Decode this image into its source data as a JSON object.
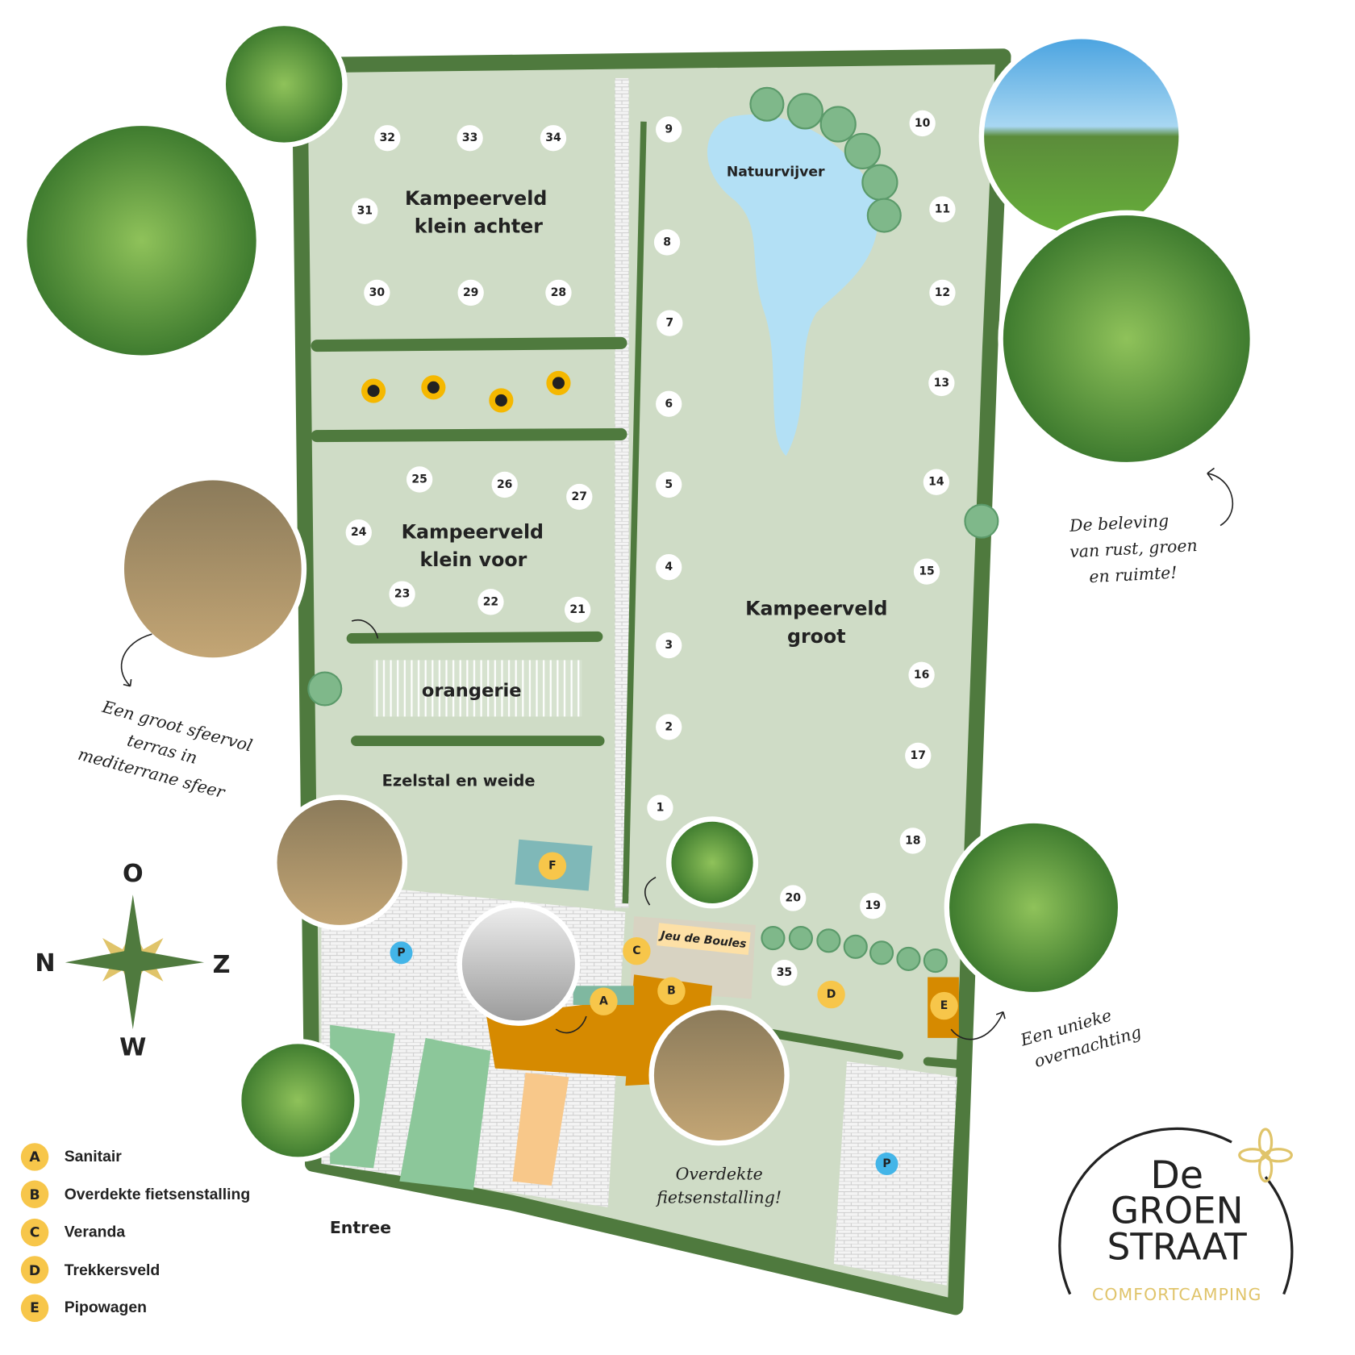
{
  "fields": {
    "klein_achter": [
      "Kampeerveld",
      "klein achter"
    ],
    "klein_voor": [
      "Kampeerveld",
      "klein voor"
    ],
    "groot": [
      "Kampeerveld",
      "groot"
    ],
    "pond": "Natuurvijver",
    "orangerie": "orangerie",
    "donkey": "Ezelstal en weide",
    "boules": "Jeu de Boules",
    "entrance": "Entree"
  },
  "pitches": [
    "1",
    "2",
    "3",
    "4",
    "5",
    "6",
    "7",
    "8",
    "9",
    "10",
    "11",
    "12",
    "13",
    "14",
    "15",
    "16",
    "17",
    "18",
    "19",
    "20",
    "21",
    "22",
    "23",
    "24",
    "25",
    "26",
    "27",
    "28",
    "29",
    "30",
    "31",
    "32",
    "33",
    "34",
    "35"
  ],
  "markers": {
    "A": "A",
    "B": "B",
    "C": "C",
    "D": "D",
    "E": "E",
    "F": "F",
    "P": "P"
  },
  "legend": [
    {
      "key": "A",
      "label": "Sanitair"
    },
    {
      "key": "B",
      "label": "Overdekte fietsenstalling"
    },
    {
      "key": "C",
      "label": "Veranda"
    },
    {
      "key": "D",
      "label": "Trekkersveld"
    },
    {
      "key": "E",
      "label": "Pipowagen"
    }
  ],
  "annotations": {
    "rust": [
      "De beleving",
      "van rust, groen",
      "en ruimte!"
    ],
    "terras": [
      "Een groot sfeervol",
      "terras in",
      "mediterrane sfeer"
    ],
    "pipo": [
      "Een unieke",
      "overnachting"
    ],
    "fiets": [
      "Overdekte",
      "fietsenstalling!"
    ]
  },
  "compass": {
    "north": "N",
    "east": "O",
    "south": "Z",
    "west": "W"
  },
  "logo": {
    "line1": "De",
    "line2": "GROEN",
    "line3": "STRAAT",
    "tagline": "COMFORTCAMPING"
  },
  "colors": {
    "field": "#cfdcc6",
    "hedge": "#4f7a3e",
    "pond": "#b3e0f5",
    "building": "#d68a00",
    "marker": "#f7c64a",
    "parking": "#43b5e8",
    "gold": "#e0c46a"
  }
}
